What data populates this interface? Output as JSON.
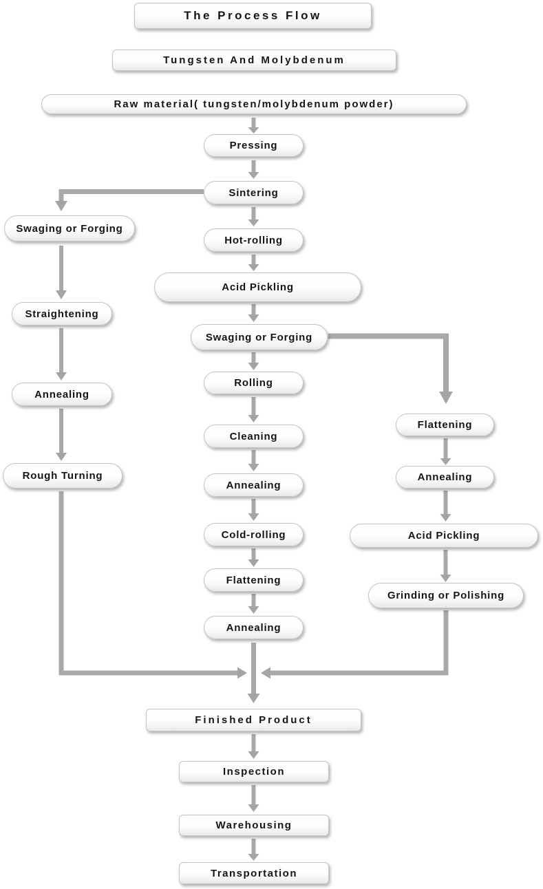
{
  "header": {
    "title": "The Process Flow",
    "subtitle": "Tungsten And Molybdenum"
  },
  "colors": {
    "arrow": "#a9a9a9",
    "node_fill_top": "#ffffff",
    "node_fill_bottom": "#e9e9e7",
    "node_border": "#c3c3c1",
    "text": "#141414",
    "background": "#ffffff"
  },
  "nodes": {
    "raw_material": "Raw material( tungsten/molybdenum powder)",
    "pressing": "Pressing",
    "sintering": "Sintering",
    "hot_rolling": "Hot-rolling",
    "acid_pickling_mid": "Acid Pickling",
    "swaging_mid": "Swaging or Forging",
    "rolling": "Rolling",
    "cleaning": "Cleaning",
    "annealing_mid1": "Annealing",
    "cold_rolling": "Cold-rolling",
    "flattening_mid": "Flattening",
    "annealing_mid2": "Annealing",
    "swaging_left": "Swaging or Forging",
    "straightening": "Straightening",
    "annealing_left": "Annealing",
    "rough_turning": "Rough Turning",
    "flattening_right": "Flattening",
    "annealing_right": "Annealing",
    "acid_pickling_right": "Acid Pickling",
    "grinding_polishing": "Grinding or Polishing",
    "finished_product": "Finished Product",
    "inspection": "Inspection",
    "warehousing": "Warehousing",
    "transportation": "Transportation"
  }
}
